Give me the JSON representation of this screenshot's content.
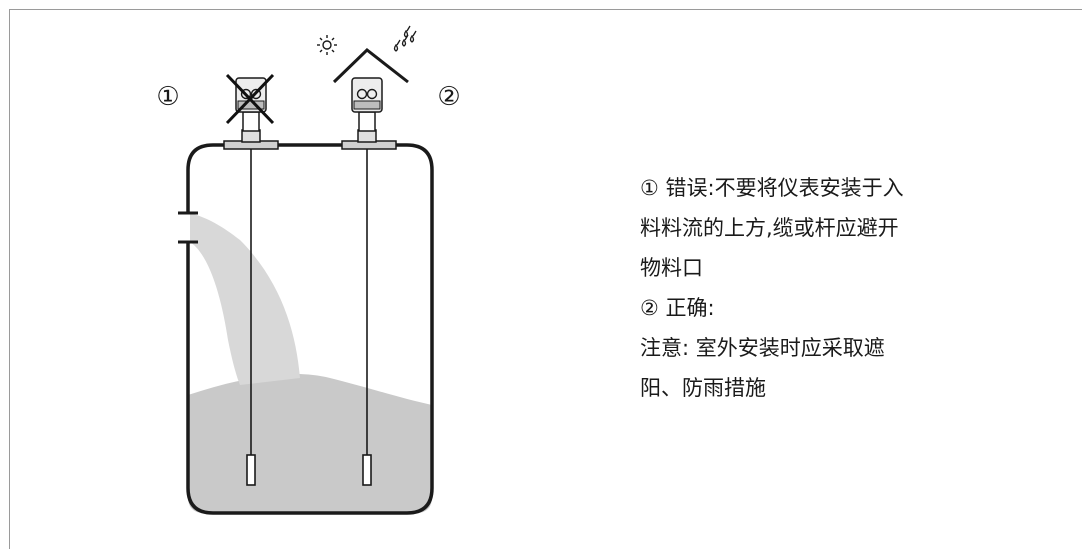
{
  "diagram": {
    "marker_wrong": "①",
    "marker_right": "②"
  },
  "notes": {
    "lines": [
      "① 错误:不要将仪表安装于入",
      "料料流的上方,缆或杆应避开",
      "物料口",
      "② 正确:",
      "注意:   室外安装时应采取遮",
      "阳、防雨措施"
    ]
  },
  "icons": [
    "sun-icon",
    "rain-drops-icon",
    "rain-shield-roof-icon",
    "cross-mark-icon"
  ]
}
